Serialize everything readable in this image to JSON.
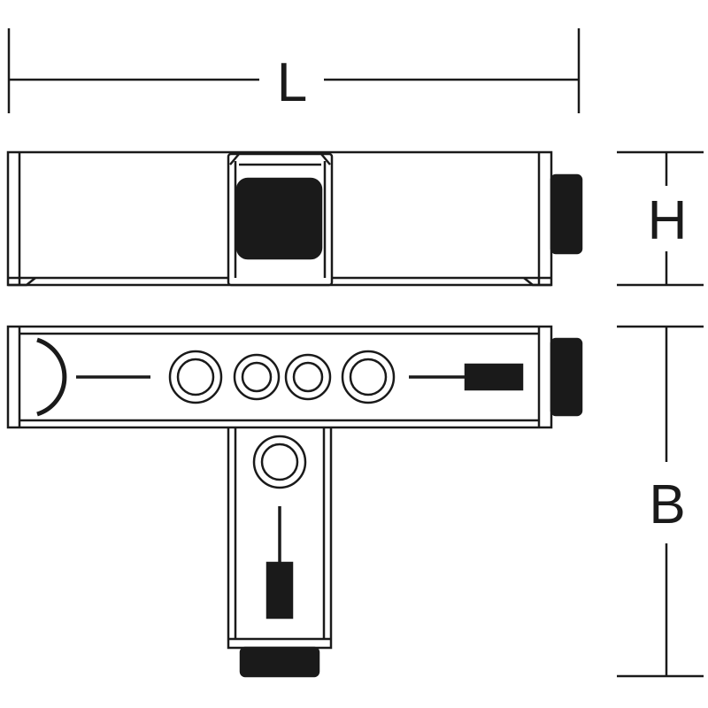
{
  "dimensions": {
    "length_label": "L",
    "height_label": "H",
    "depth_label": "B"
  },
  "colors": {
    "stroke": "#1a1a1a",
    "fill_dark": "#1a1a1a",
    "background": "#ffffff"
  }
}
